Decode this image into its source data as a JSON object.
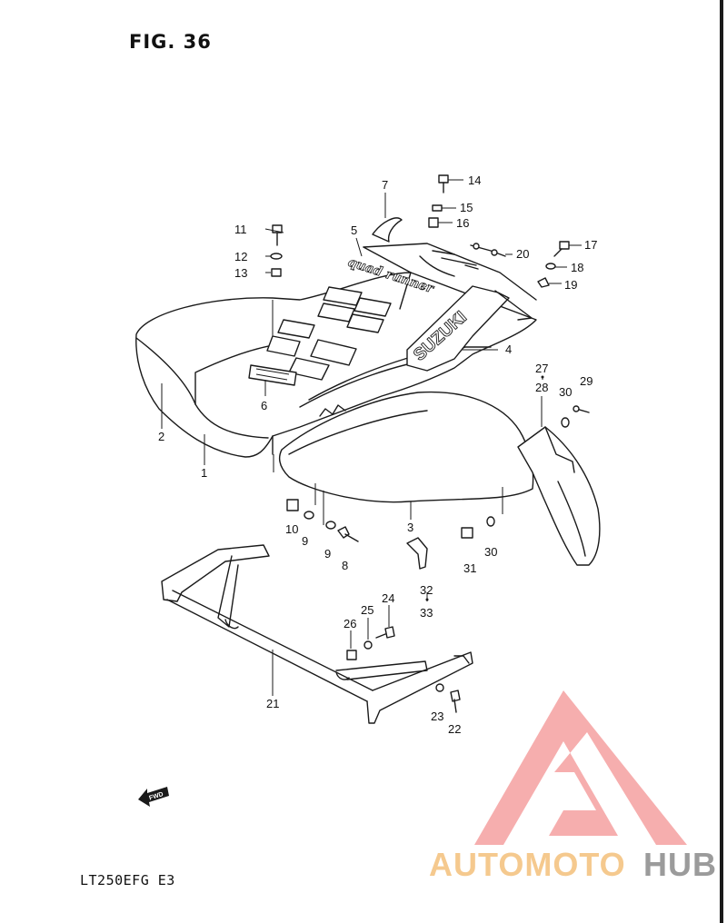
{
  "figure": {
    "title": "FIG. 36",
    "model": "LT250EFG  E3"
  },
  "decals": {
    "brand": "SUZUKI",
    "quadrunner": "quad runner",
    "fwd": "FWD"
  },
  "callouts": [
    {
      "id": "1",
      "label": "1"
    },
    {
      "id": "2",
      "label": "2"
    },
    {
      "id": "3",
      "label": "3"
    },
    {
      "id": "4",
      "label": "4"
    },
    {
      "id": "5",
      "label": "5"
    },
    {
      "id": "6",
      "label": "6"
    },
    {
      "id": "7",
      "label": "7"
    },
    {
      "id": "8",
      "label": "8"
    },
    {
      "id": "9a",
      "label": "9"
    },
    {
      "id": "9b",
      "label": "9"
    },
    {
      "id": "10",
      "label": "10"
    },
    {
      "id": "11",
      "label": "11"
    },
    {
      "id": "12",
      "label": "12"
    },
    {
      "id": "13",
      "label": "13"
    },
    {
      "id": "14",
      "label": "14"
    },
    {
      "id": "15",
      "label": "15"
    },
    {
      "id": "16",
      "label": "16"
    },
    {
      "id": "17",
      "label": "17"
    },
    {
      "id": "18",
      "label": "18"
    },
    {
      "id": "19",
      "label": "19"
    },
    {
      "id": "20",
      "label": "20"
    },
    {
      "id": "21",
      "label": "21"
    },
    {
      "id": "22",
      "label": "22"
    },
    {
      "id": "23",
      "label": "23"
    },
    {
      "id": "24",
      "label": "24"
    },
    {
      "id": "25",
      "label": "25"
    },
    {
      "id": "26",
      "label": "26"
    },
    {
      "id": "27",
      "label": "27"
    },
    {
      "id": "28",
      "label": "28"
    },
    {
      "id": "29",
      "label": "29"
    },
    {
      "id": "30a",
      "label": "30"
    },
    {
      "id": "30b",
      "label": "30"
    },
    {
      "id": "31",
      "label": "31"
    },
    {
      "id": "32",
      "label": "32"
    },
    {
      "id": "33",
      "label": "33"
    }
  ],
  "watermark": {
    "text_part1": "AUTOMOTO",
    "text_part2": "HUB",
    "color_primary": "#f4a0a0",
    "color_accent": "#f5c98e",
    "color_dark": "#9b9b9b"
  },
  "colors": {
    "ink": "#1a1a1a",
    "paper": "#ffffff"
  }
}
